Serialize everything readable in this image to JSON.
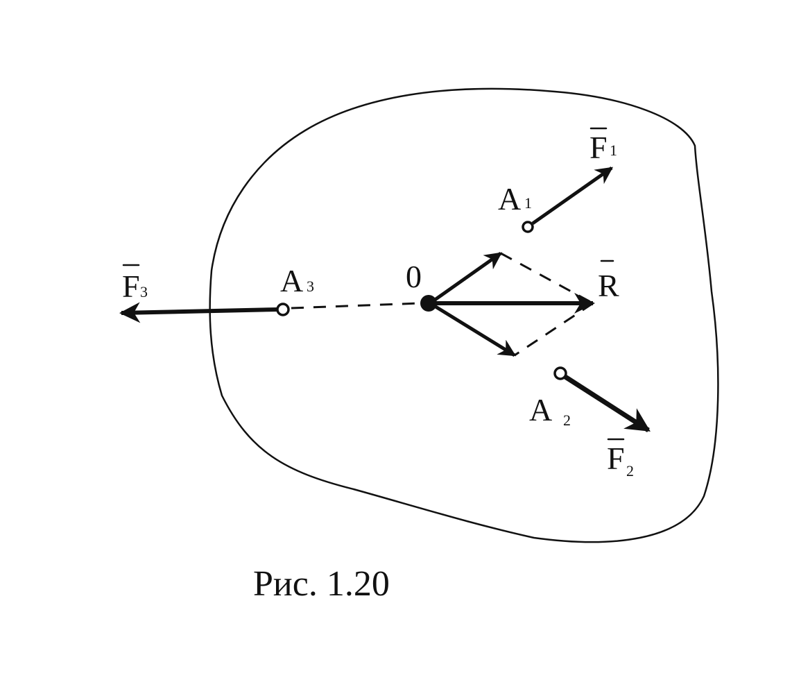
{
  "figure": {
    "caption": "Рис. 1.20",
    "labels": {
      "O": "0",
      "A1_main": "A",
      "A1_sub": "1",
      "A2_main": "A",
      "A2_sub": "2",
      "A3_main": "A",
      "A3_sub": "3",
      "F1_main": "F",
      "F1_sub": "1",
      "F2_main": "F",
      "F2_sub": "2",
      "F3_main": "F",
      "F3_sub": "3",
      "R": "R"
    }
  },
  "colors": {
    "ink": "#111111",
    "background": "#ffffff"
  }
}
